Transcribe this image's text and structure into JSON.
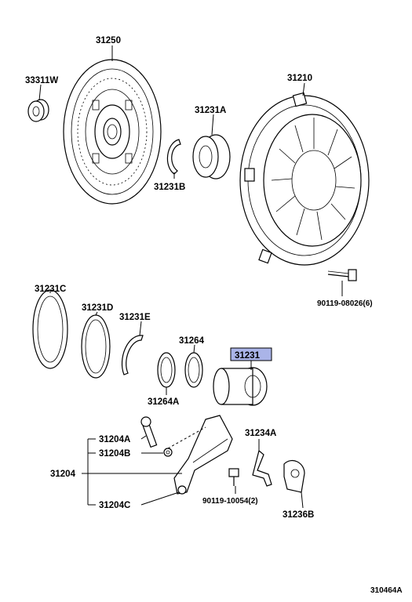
{
  "labels": {
    "p31250": "31250",
    "p33311w": "33311W",
    "p31210": "31210",
    "p31231a": "31231A",
    "p31231b": "31231B",
    "p31231c": "31231C",
    "p31231d": "31231D",
    "p31231e": "31231E",
    "p31264": "31264",
    "p31231": "31231",
    "p31264a": "31264A",
    "p90119_08026": "90119-08026(6)",
    "p31204a": "31204A",
    "p31204b": "31204B",
    "p31204": "31204",
    "p31204c": "31204C",
    "p31234a": "31234A",
    "p90119_10054": "90119-10054(2)",
    "p31236b": "31236B",
    "diagram_id": "310464A"
  },
  "highlight_color": "#aab4e8"
}
